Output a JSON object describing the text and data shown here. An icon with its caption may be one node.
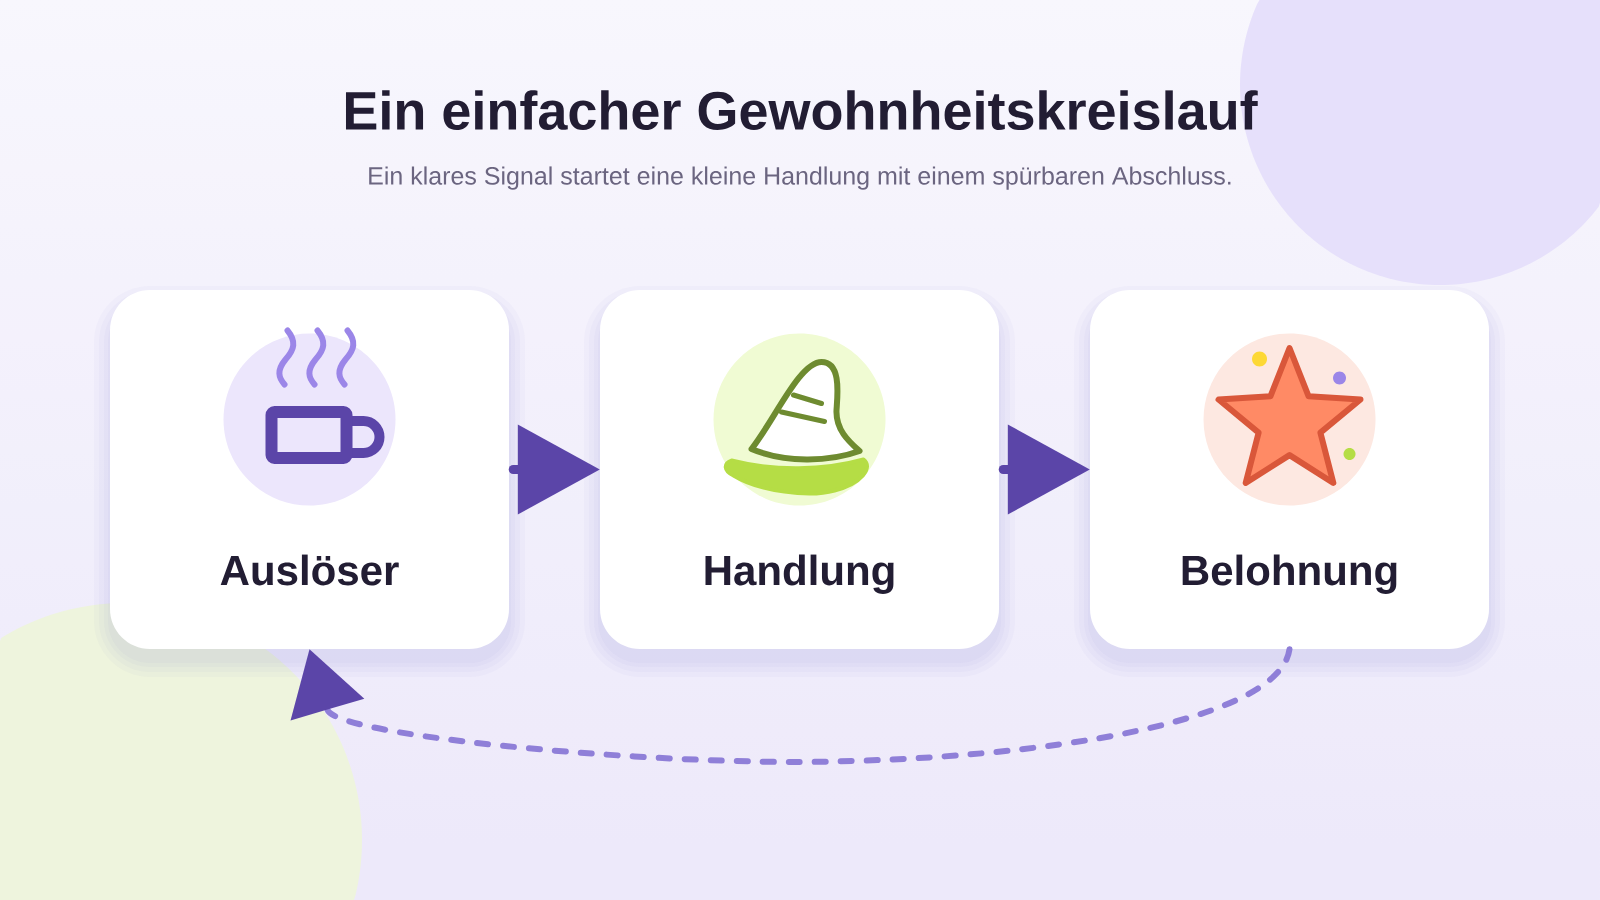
{
  "diagram": {
    "title": "Ein einfacher Gewohnheitskreislauf",
    "nodes": [
      {
        "text": [
          "Auslöser"
        ]
      },
      {
        "text": [
          "Handlung"
        ]
      },
      {
        "text": [
          "Belohnung"
        ]
      }
    ],
    "edges": [
      {
        "from": 0,
        "to": 1,
        "arrow": "to"
      },
      {
        "from": 1,
        "to": 2,
        "arrow": "to"
      },
      {
        "from": 2,
        "to": 0,
        "arrow": "to",
        "style": "dashed",
        "color": "#8f7fd8"
      }
    ],
    "labels": [
      "Ein klares Signal startet eine kleine Handlung mit einem spürbaren Abschluss."
    ]
  }
}
